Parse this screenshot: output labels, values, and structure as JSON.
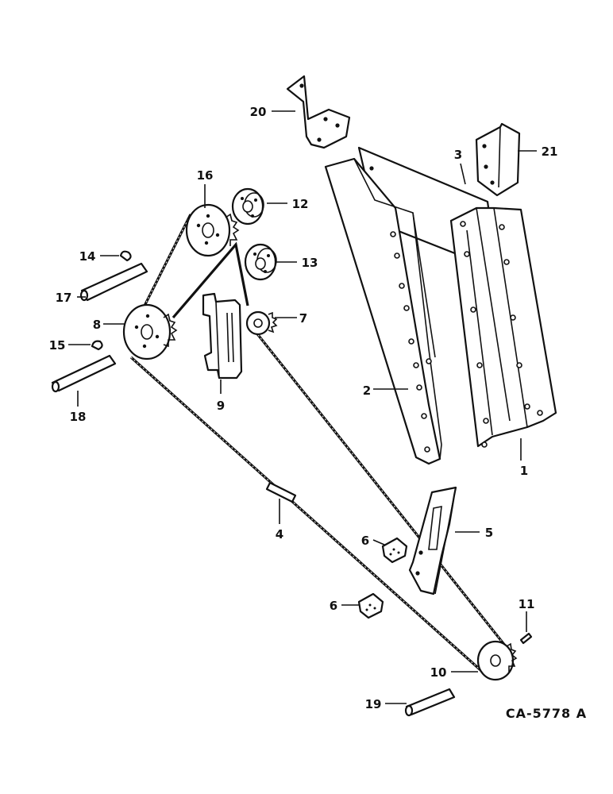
{
  "diagram": {
    "reference_code": "CA-5778 A",
    "callouts": {
      "c1": "1",
      "c2": "2",
      "c3": "3",
      "c4": "4",
      "c5": "5",
      "c6a": "6",
      "c6b": "6",
      "c7": "7",
      "c8": "8",
      "c9": "9",
      "c10": "10",
      "c11": "11",
      "c12": "12",
      "c13": "13",
      "c14": "14",
      "c15": "15",
      "c16": "16",
      "c17": "17",
      "c18": "18",
      "c19": "19",
      "c20": "20",
      "c21": "21"
    }
  }
}
